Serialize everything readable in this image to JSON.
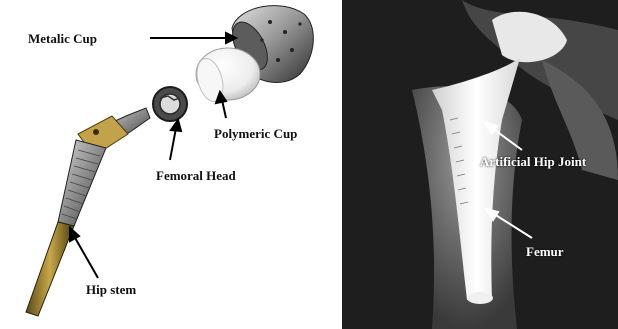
{
  "labels": {
    "metalic_cup": "Metalic Cup",
    "polymeric_cup": "Polymeric Cup",
    "femoral_head": "Femoral Head",
    "hip_stem": "Hip stem",
    "artificial_hip_joint": "Artificial Hip Joint",
    "femur": "Femur"
  }
}
